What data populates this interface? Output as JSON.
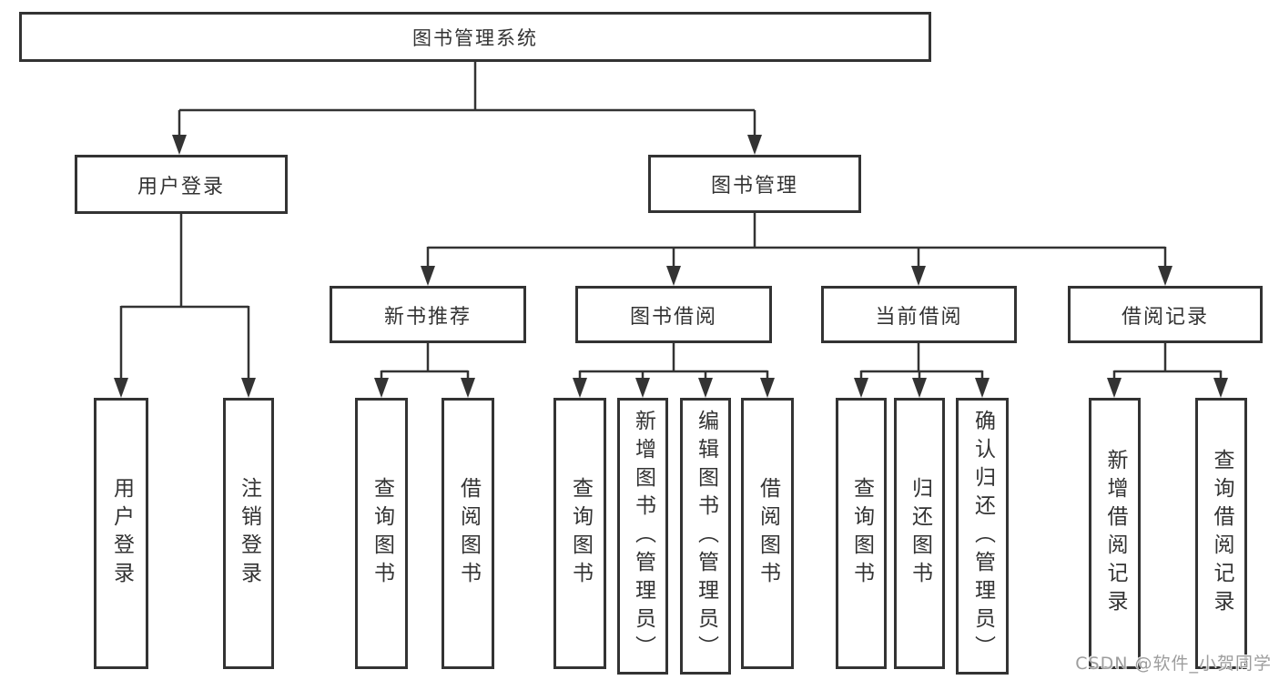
{
  "tree": {
    "root": {
      "label": "图书管理系统",
      "children": [
        {
          "label": "用户登录",
          "children": [
            {
              "label": "用户登录"
            },
            {
              "label": "注销登录"
            }
          ]
        },
        {
          "label": "图书管理",
          "children": [
            {
              "label": "新书推荐",
              "children": [
                {
                  "label": "查询图书"
                },
                {
                  "label": "借阅图书"
                }
              ]
            },
            {
              "label": "图书借阅",
              "children": [
                {
                  "label": "查询图书"
                },
                {
                  "label": "新增图书（管理员）"
                },
                {
                  "label": "编辑图书（管理员）"
                },
                {
                  "label": "借阅图书"
                }
              ]
            },
            {
              "label": "当前借阅",
              "children": [
                {
                  "label": "查询图书"
                },
                {
                  "label": "归还图书"
                },
                {
                  "label": "确认归还（管理员）"
                }
              ]
            },
            {
              "label": "借阅记录",
              "children": [
                {
                  "label": "新增借阅记录"
                },
                {
                  "label": "查询借阅记录"
                }
              ]
            }
          ]
        }
      ]
    }
  },
  "watermark": "CSDN @软件_小贺同学",
  "colors": {
    "line": "#333333",
    "box_background": "#ffffff",
    "text": "#333333",
    "watermark": "#9d9d9d"
  }
}
